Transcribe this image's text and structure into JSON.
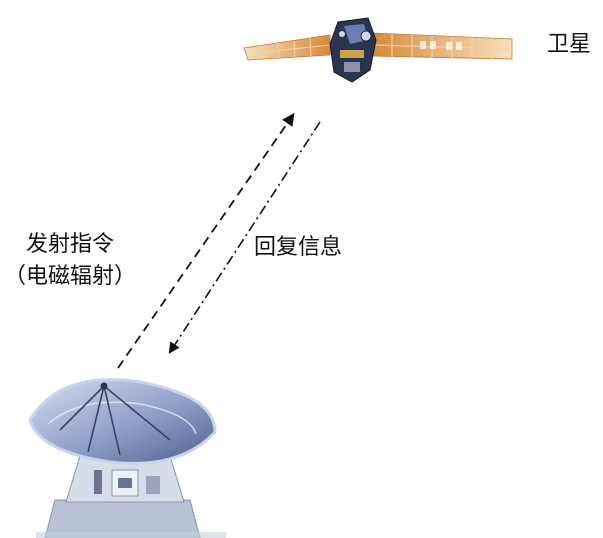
{
  "labels": {
    "satellite": "卫星",
    "reply": "回复信息",
    "command_line1": "发射指令",
    "command_line2": "（电磁辐射）"
  },
  "colors": {
    "panel_orange": "#d98a3a",
    "panel_grid": "#f3d3a6",
    "sat_body": "#2a3550",
    "dish_face": "#8e9ec6",
    "dish_rim": "#c9d3ee",
    "base": "#b8c1d6",
    "ink": "#111111"
  },
  "icons": [
    "satellite-icon",
    "ground-antenna-icon"
  ]
}
